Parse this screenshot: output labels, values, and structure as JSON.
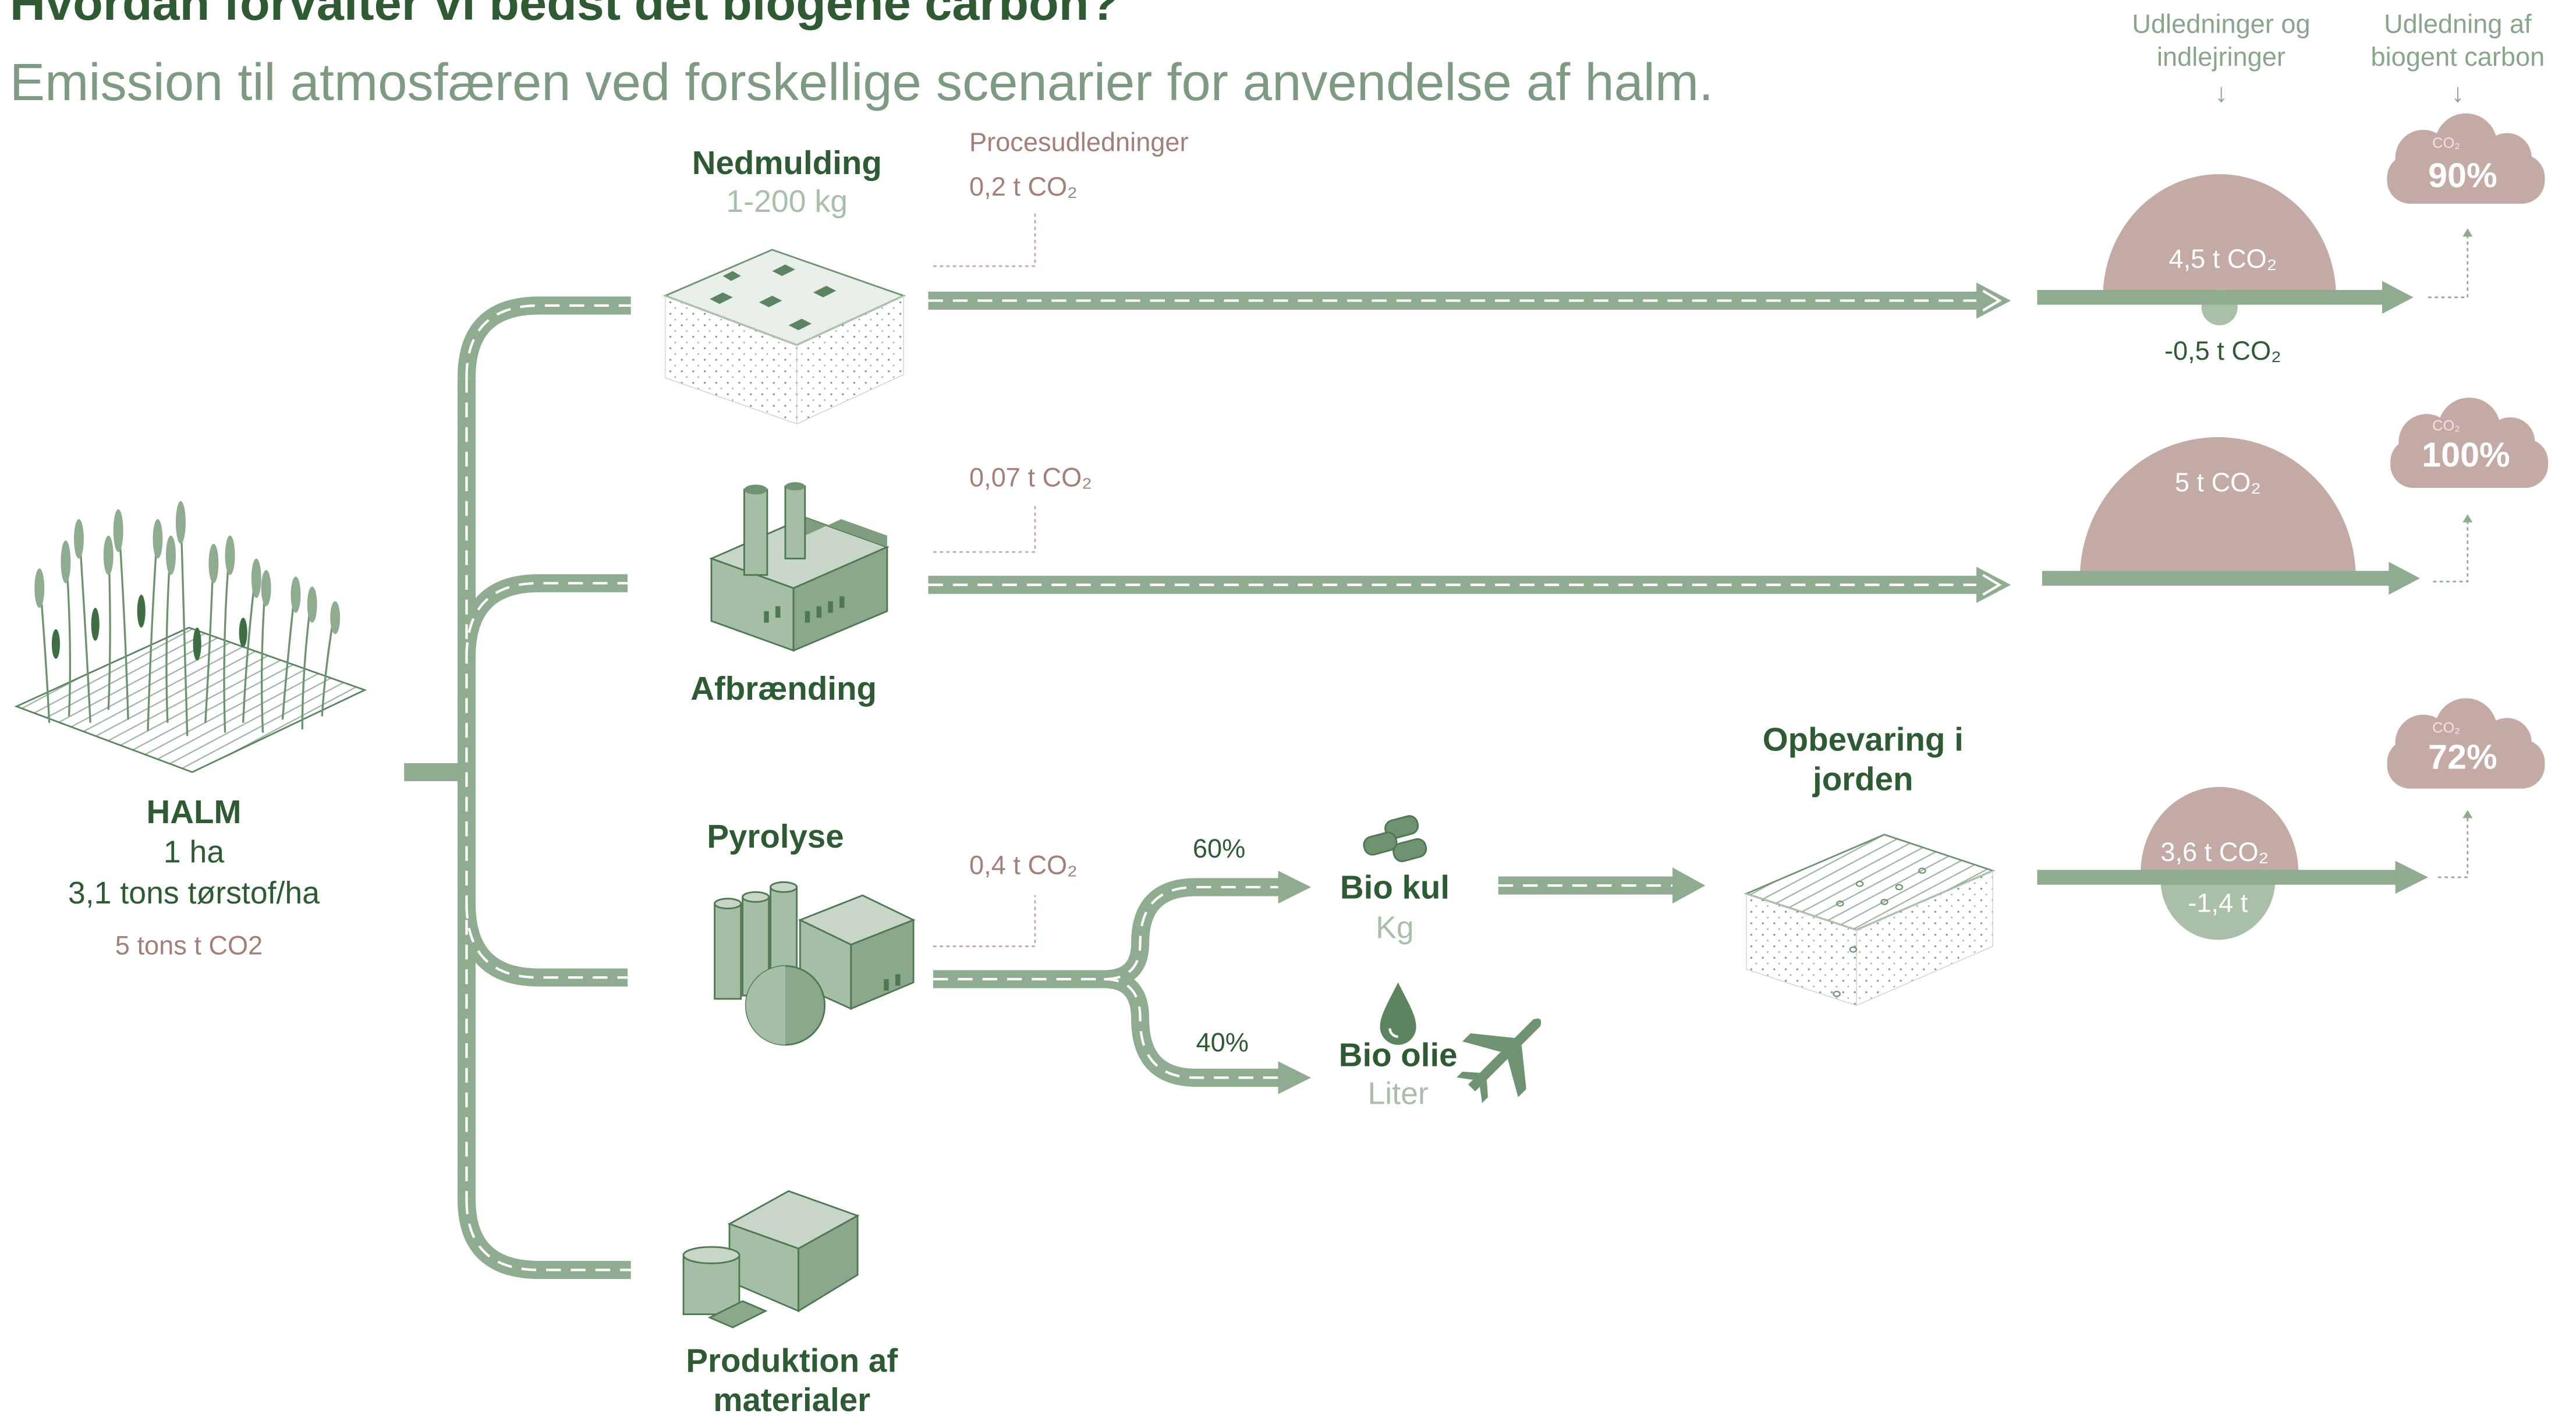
{
  "title": "Hvordan forvalter vi bedst det biogene carbon?",
  "subtitle": "Emission til atmosfæren ved forskellige scenarier for anvendelse af halm.",
  "headers": {
    "col1_line1": "Udledninger og",
    "col1_line2": "indlejringer",
    "col2_line1": "Udledning af",
    "col2_line2": "biogent carbon",
    "arrow": "↓"
  },
  "halm": {
    "title": "HALM",
    "area": "1 ha",
    "yield": "3,1 tons tørstof/ha",
    "co2": "5 tons t CO2"
  },
  "process_label": "Procesudledninger",
  "scenarios": [
    {
      "name": "Nedmulding",
      "sub": "1-200 kg",
      "process": "0,2 t CO₂",
      "emission": "4,5 t CO₂",
      "uptake": "-0,5 t CO₂",
      "cloud_pct": "90%"
    },
    {
      "name": "Afbrænding",
      "process": "0,07 t CO₂",
      "emission": "5 t CO₂",
      "cloud_pct": "100%"
    },
    {
      "name": "Pyrolyse",
      "process": "0,4 t CO₂",
      "emission": "3,6 t CO₂",
      "uptake": "-1,4 t",
      "cloud_pct": "72%"
    },
    {
      "name_line1": "Produktion af",
      "name_line2": "materialer"
    }
  ],
  "pyrolysis_split": {
    "biochar_pct": "60%",
    "biooil_pct": "40%",
    "biochar": "Bio kul",
    "biochar_unit": "Kg",
    "biooil": "Bio olie",
    "biooil_unit": "Liter"
  },
  "storage": {
    "line1": "Opbevaring i",
    "line2": "jorden"
  },
  "cloud_co2": "CO₂",
  "colors": {
    "path": "#8fab90",
    "dark_green": "#2e5a34",
    "dome": "#c4aaa5",
    "cloud": "#c4aaa5",
    "process_text": "#a27f78",
    "uptake_circle": "#a9bfa7"
  }
}
